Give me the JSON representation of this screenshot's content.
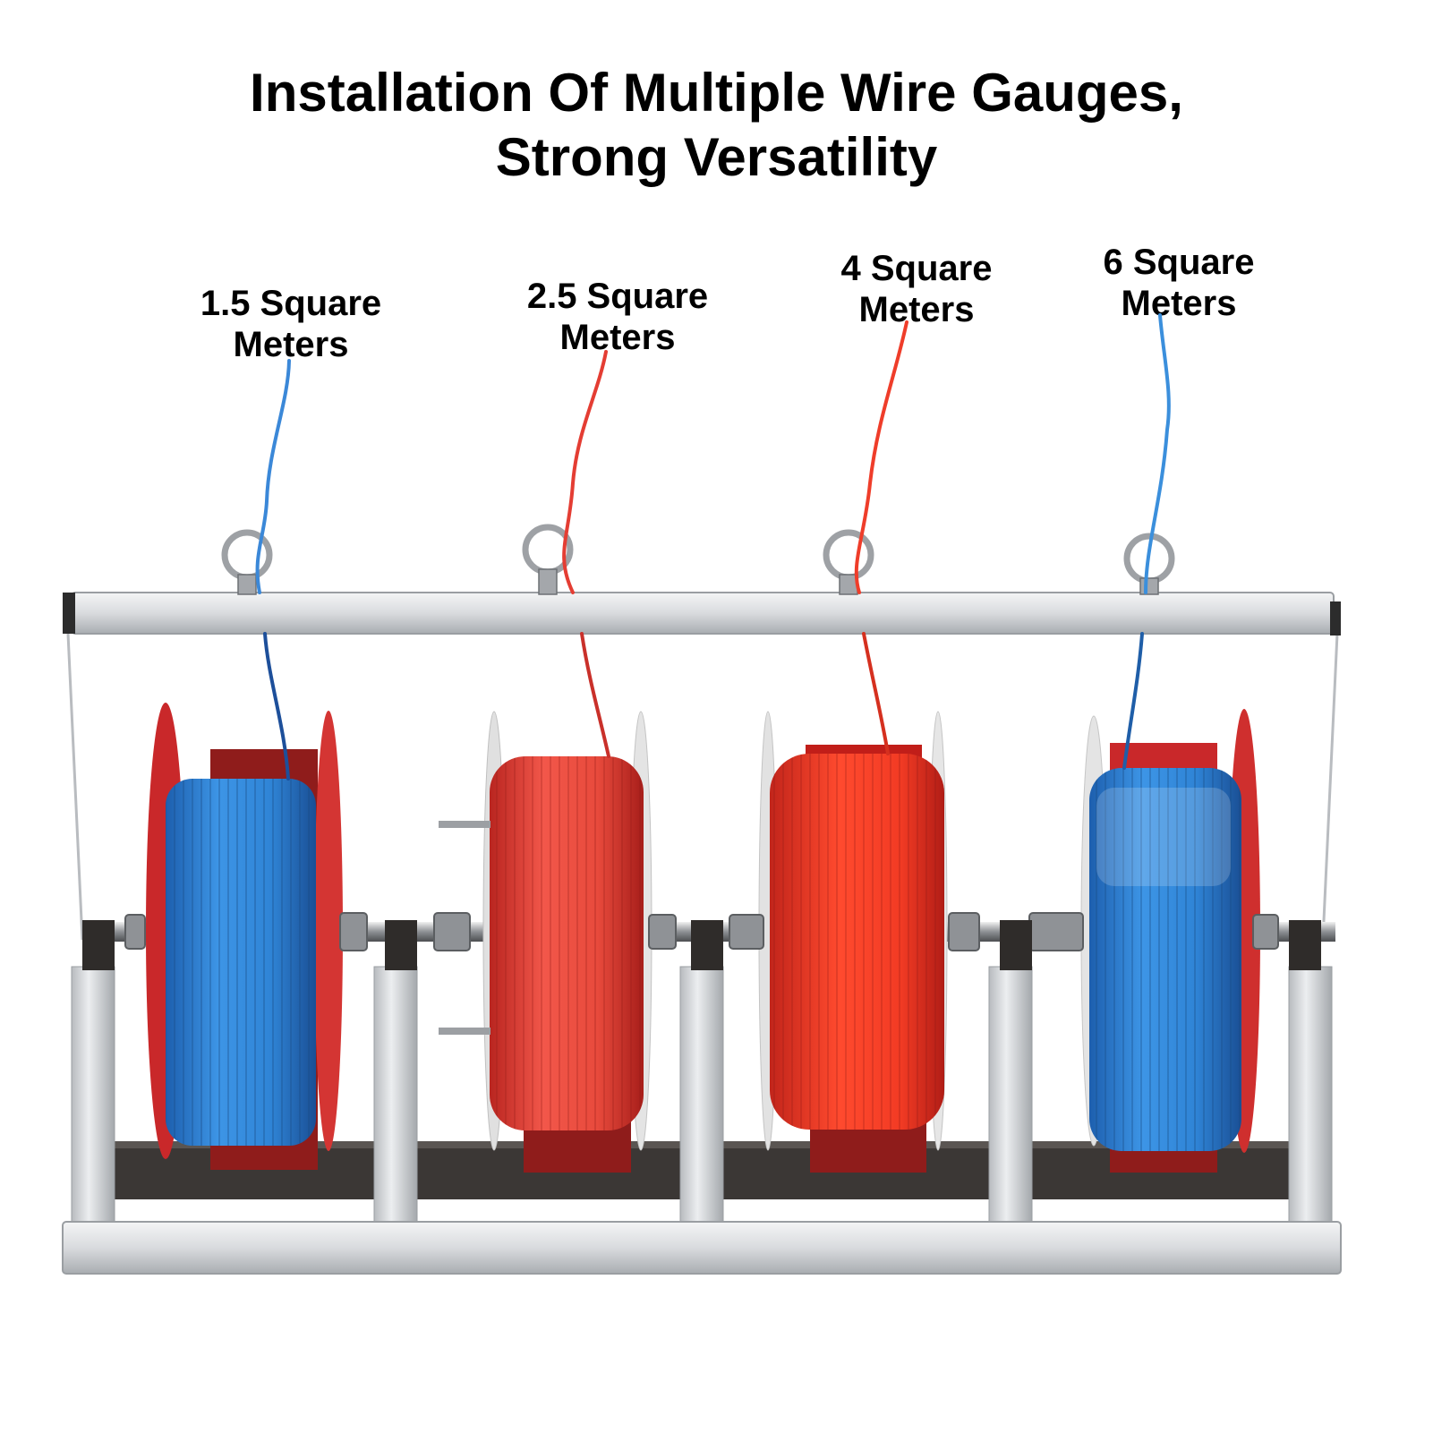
{
  "title": {
    "line1": "Installation Of Multiple Wire Gauges,",
    "line2": "Strong Versatility"
  },
  "reels": [
    {
      "label_line1": "1.5 Square",
      "label_line2": "Meters",
      "wire_color": "#2f7fd4"
    },
    {
      "label_line1": "2.5 Square",
      "label_line2": "Meters",
      "wire_color": "#e4403b"
    },
    {
      "label_line1": "4 Square",
      "label_line2": "Meters",
      "wire_color": "#f0402a"
    },
    {
      "label_line1": "6 Square",
      "label_line2": "Meters",
      "wire_color": "#3b8fdc"
    }
  ],
  "colors": {
    "frame": "#d8dadc",
    "frame_edge": "#9ea2a6",
    "flange": "#c9282a",
    "base": "#3a3634"
  }
}
